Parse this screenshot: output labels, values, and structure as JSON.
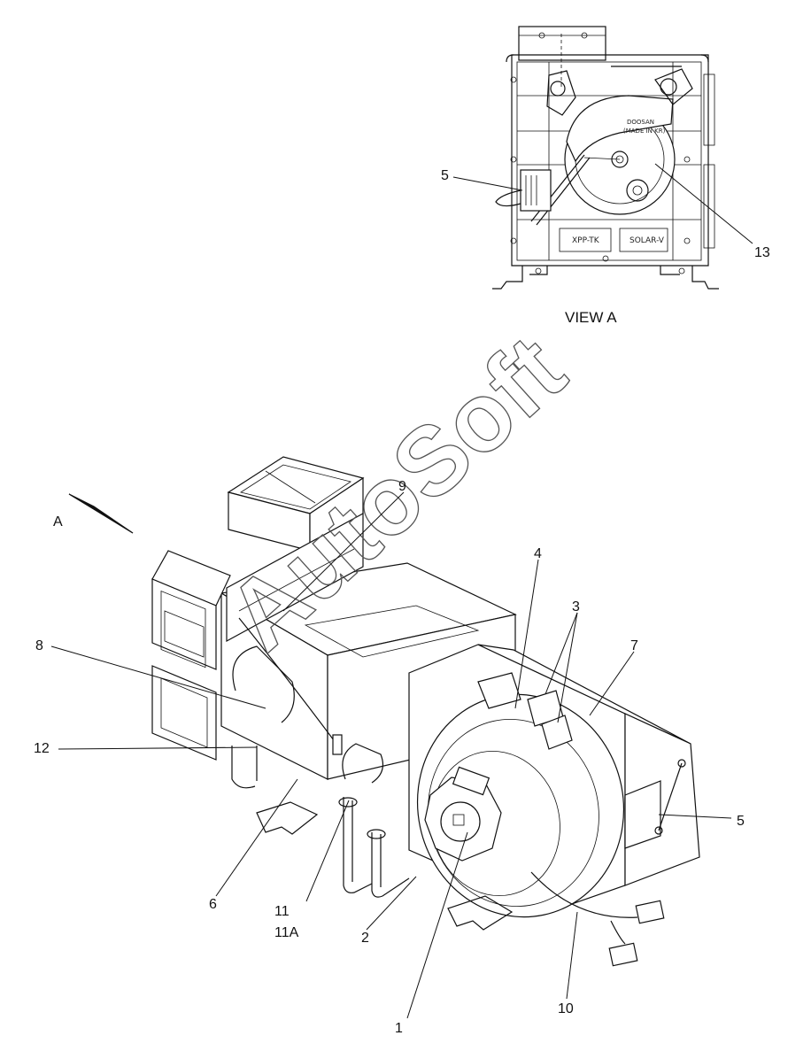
{
  "diagram": {
    "view_title": "VIEW    A",
    "view_arrow_label": "A",
    "watermark": "AutoSoft",
    "nameplate_labels": {
      "left": "XPP-TK",
      "right": "SOLAR-V"
    },
    "small_print": [
      "DOOSAN",
      "(MADE IN KR)"
    ],
    "callouts": {
      "c1": "1",
      "c2": "2",
      "c3": "3",
      "c4": "4",
      "c5": "5",
      "c5b": "5",
      "c6": "6",
      "c7": "7",
      "c8": "8",
      "c9": "9",
      "c10": "10",
      "c11": "11",
      "c11a": "11A",
      "c12": "12",
      "c13": "13"
    }
  }
}
